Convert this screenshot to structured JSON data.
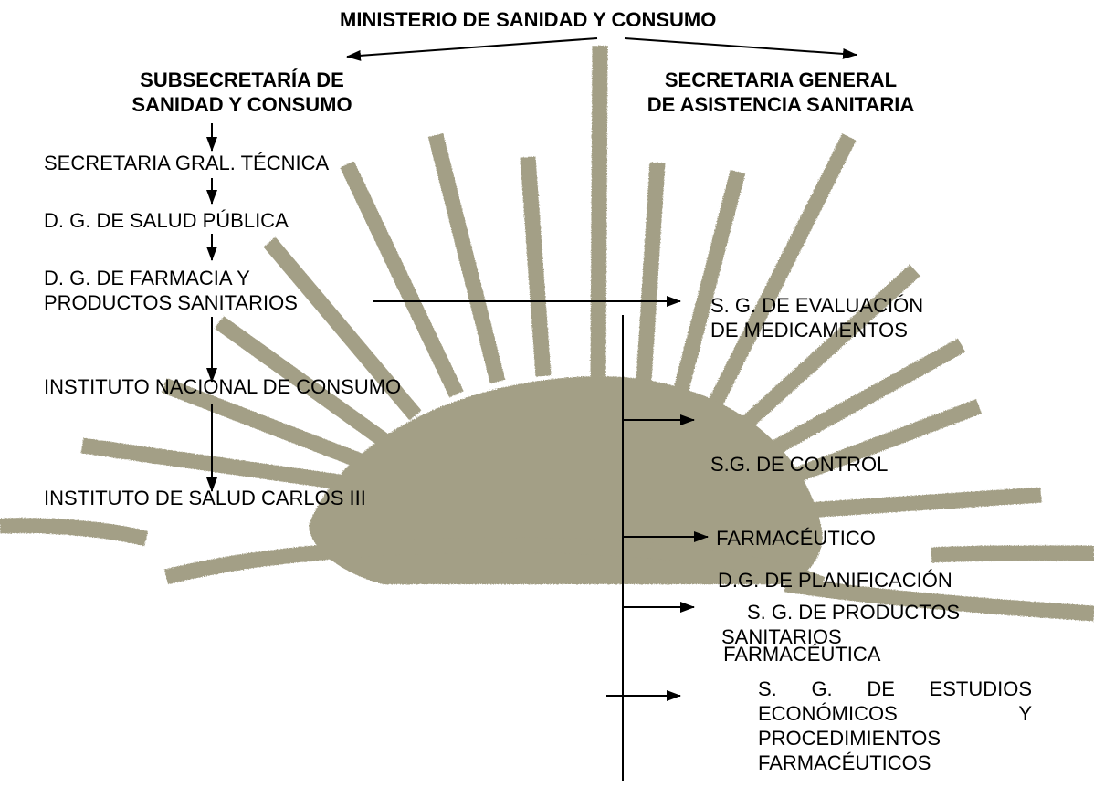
{
  "diagram": {
    "ministry": "MINISTERIO DE SANIDAD Y CONSUMO",
    "left_branch": {
      "title_line1": "SUBSECRETARÍA DE",
      "title_line2": "SANIDAD Y CONSUMO",
      "items": [
        "SECRETARIA GRAL. TÉCNICA",
        "D. G. DE SALUD PÚBLICA",
        "D. G. DE FARMACIA Y",
        "PRODUCTOS SANITARIOS",
        "INSTITUTO NACIONAL DE CONSUMO",
        "INSTITUTO DE SALUD CARLOS III"
      ]
    },
    "right_branch": {
      "title_line1": "SECRETARIA GENERAL",
      "title_line2": "DE ASISTENCIA SANITARIA"
    },
    "subunits": [
      {
        "line1": "S. G. DE EVALUACIÓN",
        "line2": "DE MEDICAMENTOS"
      },
      {
        "line1": "S.G. DE CONTROL",
        "line2": " FARMACÉUTICO"
      },
      {
        "line1": "D.G. DE PLANIFICACIÓN",
        "line2": " FARMACÉUTICA"
      },
      {
        "line1": "S. G. DE PRODUCTOS",
        "line2": "SANITARIOS"
      },
      {
        "line1": "S. G. DE ESTUDIOS",
        "line2": "ECONÓMICOS Y",
        "line3": "PROCEDIMIENTOS",
        "line4": "FARMACÉUTICOS"
      }
    ],
    "colors": {
      "sun": "#a39f86",
      "ink": "#000000"
    },
    "background_icon": "sunrise-emblem"
  }
}
